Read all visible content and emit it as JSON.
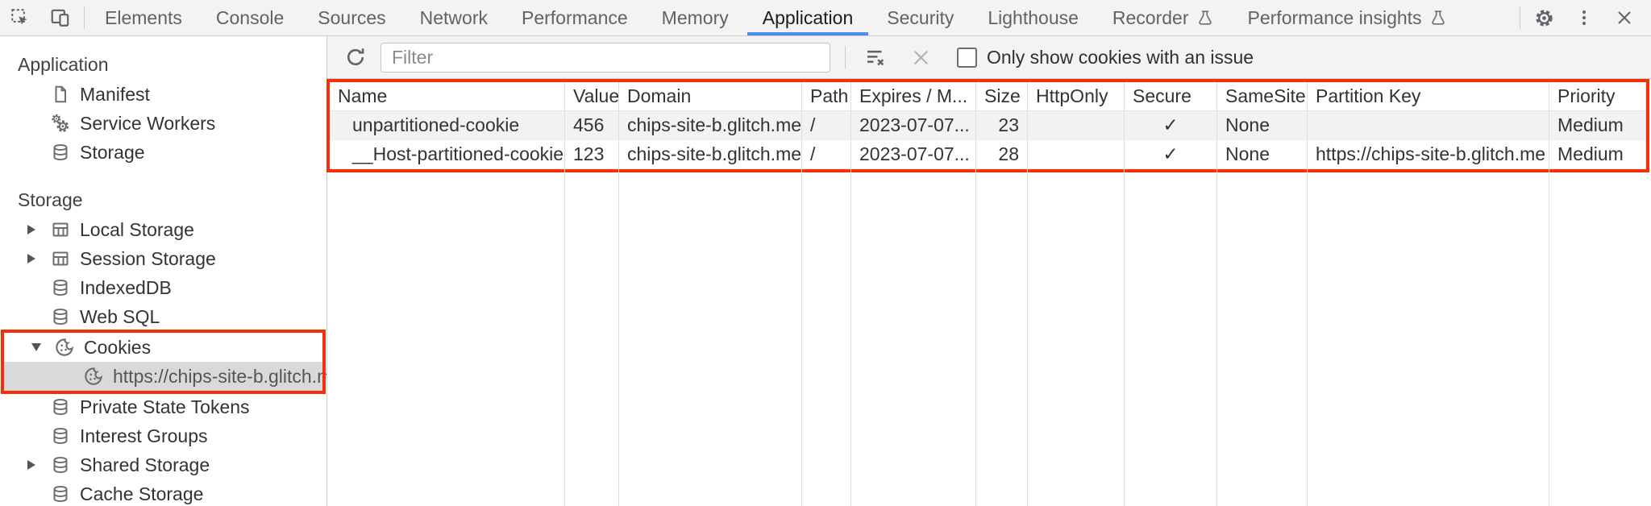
{
  "tab_bar": {
    "tabs": [
      {
        "label": "Elements"
      },
      {
        "label": "Console"
      },
      {
        "label": "Sources"
      },
      {
        "label": "Network"
      },
      {
        "label": "Performance"
      },
      {
        "label": "Memory"
      },
      {
        "label": "Application",
        "selected": true
      },
      {
        "label": "Security"
      },
      {
        "label": "Lighthouse"
      },
      {
        "label": "Recorder",
        "flask": true
      },
      {
        "label": "Performance insights",
        "flask": true
      }
    ]
  },
  "filter_bar": {
    "placeholder": "Filter",
    "checkbox_label": "Only show cookies with an issue",
    "checkbox_checked": false
  },
  "sidebar": {
    "app_section": {
      "title": "Application",
      "items": [
        {
          "label": "Manifest"
        },
        {
          "label": "Service Workers"
        },
        {
          "label": "Storage"
        }
      ]
    },
    "storage_section": {
      "title": "Storage",
      "items": [
        {
          "label": "Local Storage"
        },
        {
          "label": "Session Storage"
        },
        {
          "label": "IndexedDB"
        },
        {
          "label": "Web SQL"
        },
        {
          "label": "Cookies"
        },
        {
          "label": "https://chips-site-b.glitch.me",
          "selected": true
        },
        {
          "label": "Private State Tokens"
        },
        {
          "label": "Interest Groups"
        },
        {
          "label": "Shared Storage"
        },
        {
          "label": "Cache Storage"
        }
      ]
    }
  },
  "cookie_table": {
    "columns": [
      "Name",
      "Value",
      "Domain",
      "Path",
      "Expires / M...",
      "Size",
      "HttpOnly",
      "Secure",
      "SameSite",
      "Partition Key",
      "Priority"
    ],
    "rows": [
      {
        "name": "unpartitioned-cookie",
        "value": "456",
        "domain": "chips-site-b.glitch.me",
        "path": "/",
        "expires": "2023-07-07...",
        "size": "23",
        "http_only": "",
        "secure": "✓",
        "same_site": "None",
        "partition_key": "",
        "priority": "Medium"
      },
      {
        "name": "__Host-partitioned-cookie",
        "value": "123",
        "domain": "chips-site-b.glitch.me",
        "path": "/",
        "expires": "2023-07-07...",
        "size": "28",
        "http_only": "",
        "secure": "✓",
        "same_site": "None",
        "partition_key": "https://chips-site-b.glitch.me",
        "priority": "Medium"
      }
    ]
  },
  "colors": {
    "annotation_red": "#f4300b",
    "selected_tab_blue": "#4d8af0",
    "selection_gray": "#d9d9d9",
    "row_stripe": "#f2f2f2",
    "toolbar_bg": "#f3f3f3"
  }
}
